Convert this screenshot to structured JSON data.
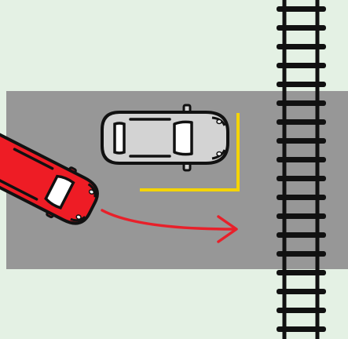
{
  "scene": {
    "type": "parking-diagram",
    "colors": {
      "grass": "#e4f1e4",
      "road": "#979797",
      "parked_car_body": "#d3d3d3",
      "player_car_body": "#ee1c25",
      "outline": "#111111",
      "parking_line": "#f5d400",
      "direction_arrow": "#e8202a",
      "rail": "#111111"
    },
    "icons": [
      "parked-car-icon",
      "player-car-icon",
      "direction-arrow-icon",
      "parking-spot-line",
      "railway-track"
    ],
    "railway_ties_count": 18
  }
}
